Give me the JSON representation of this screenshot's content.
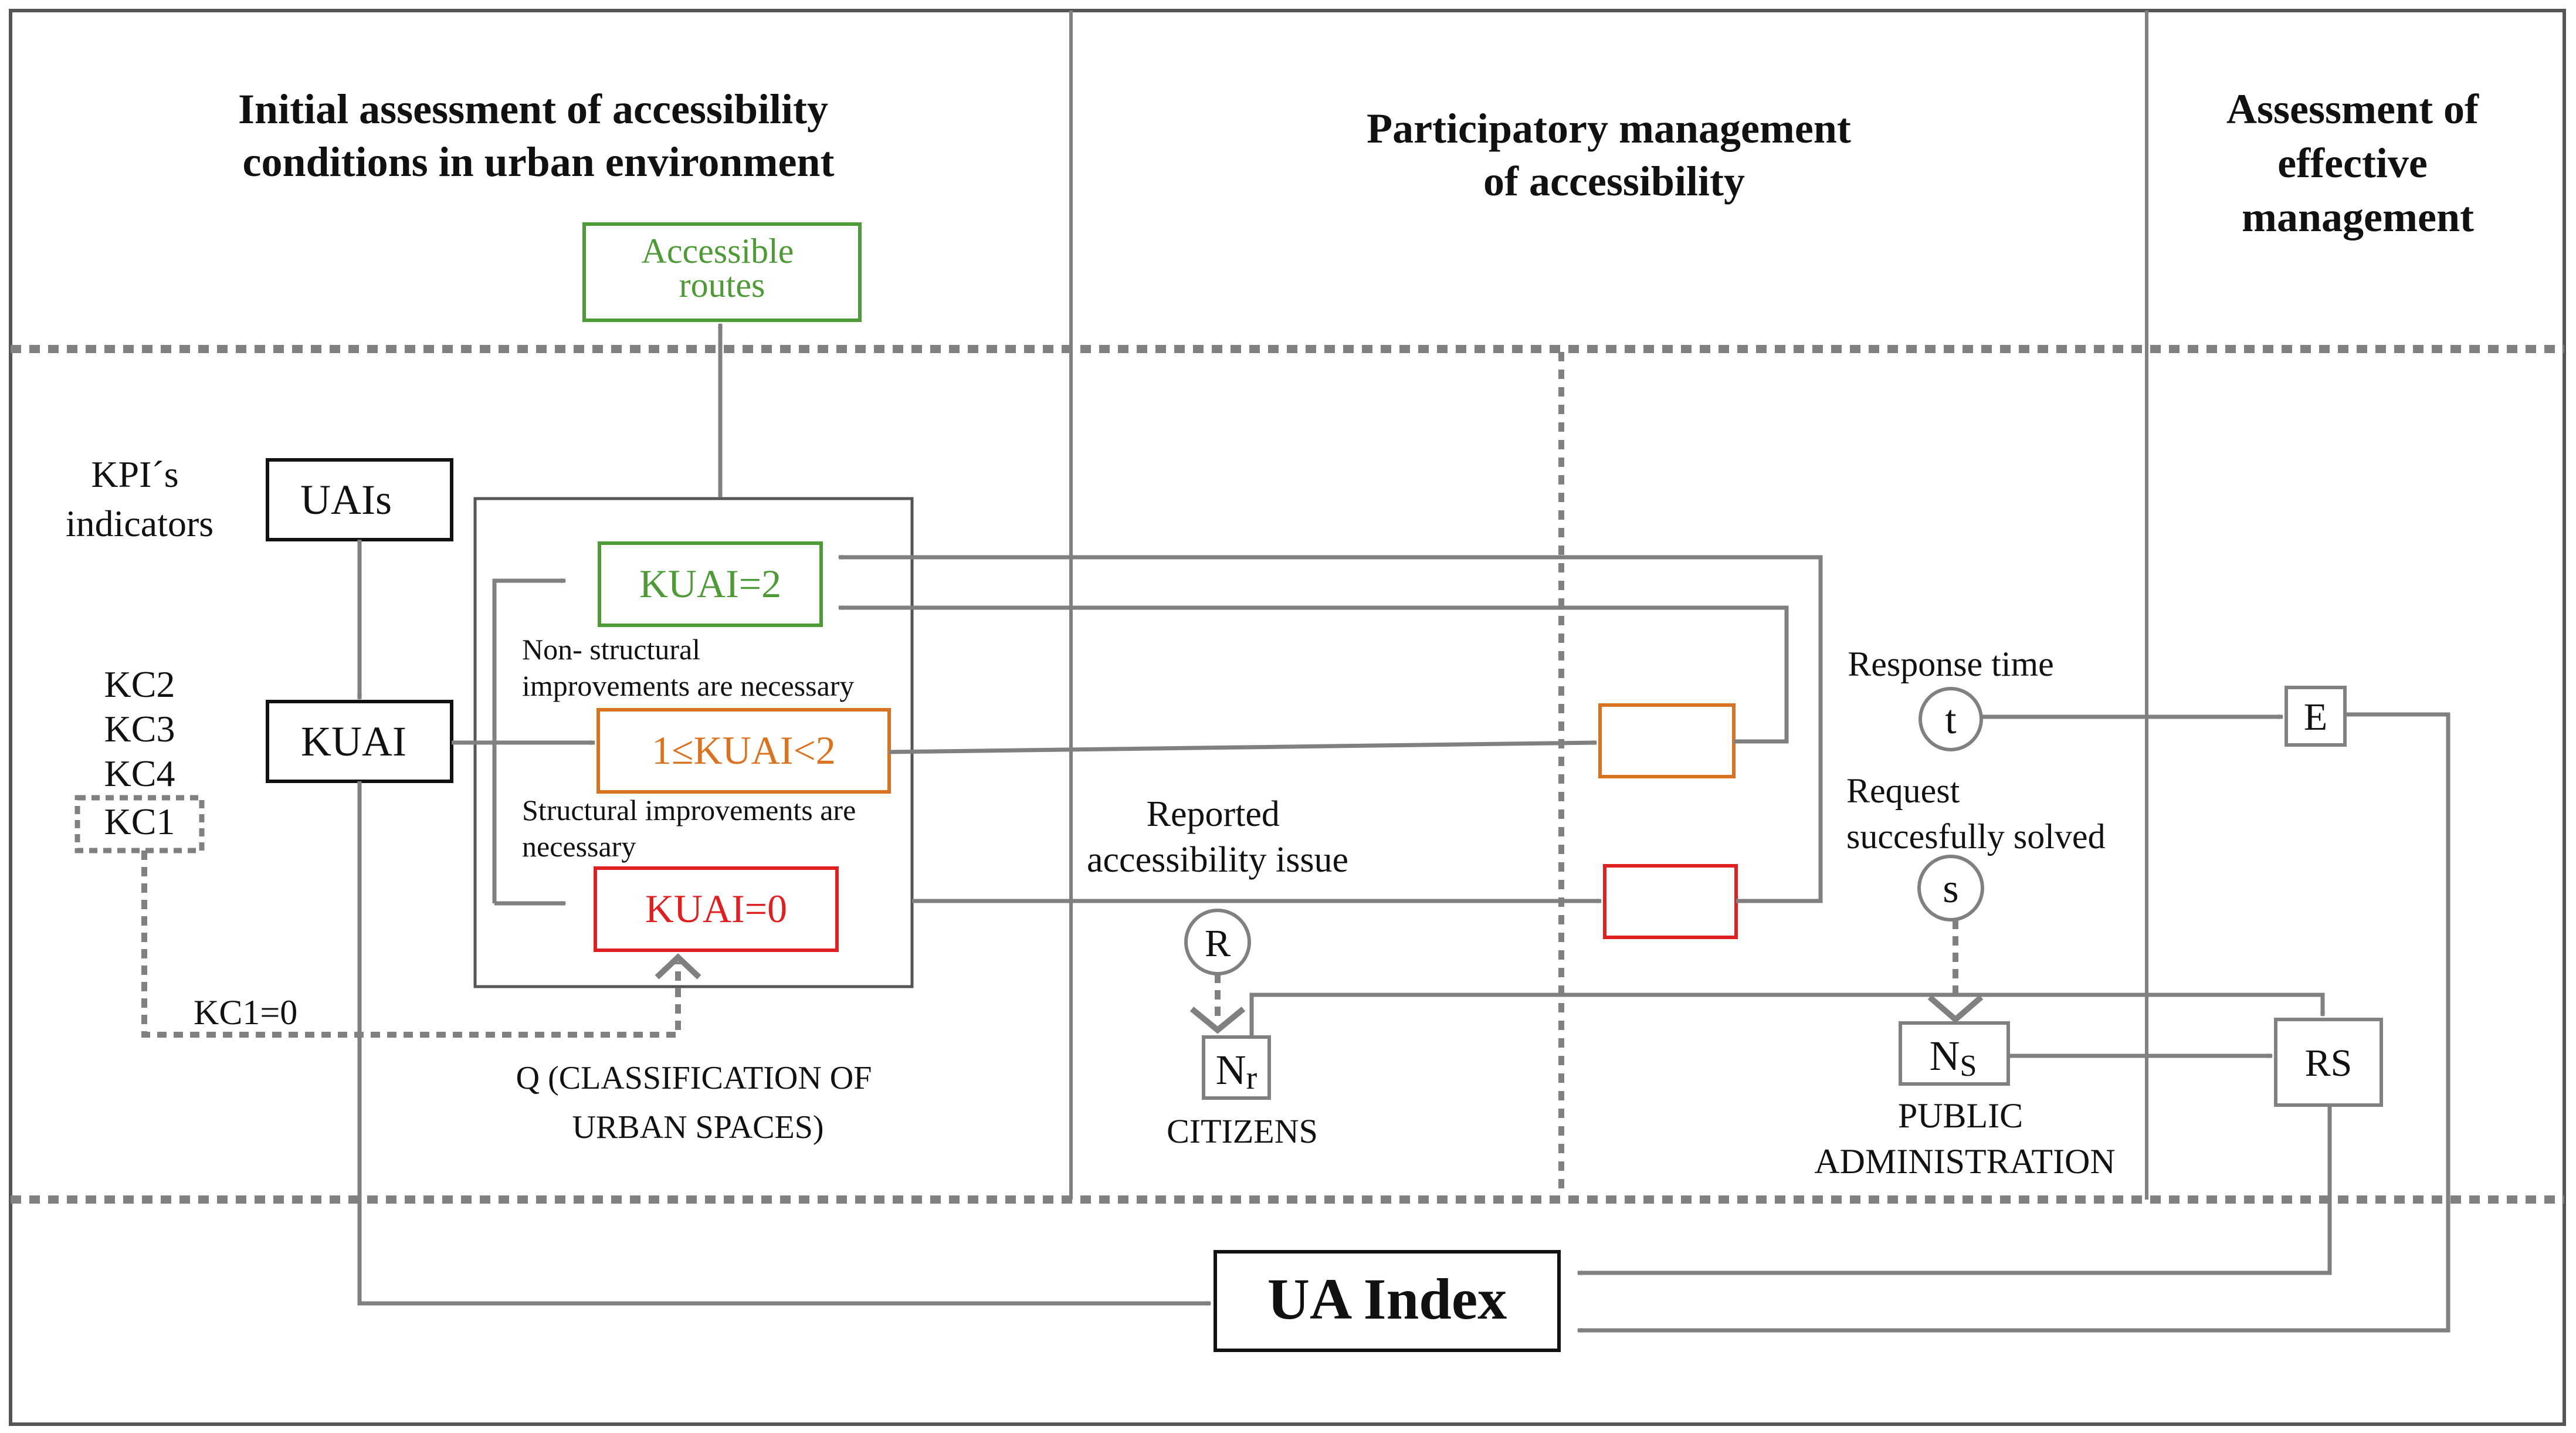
{
  "headers": {
    "col1": [
      "Initial assessment of accessibility",
      "conditions in urban environment"
    ],
    "col2": [
      "Participatory management",
      "of accessibility"
    ],
    "col3": [
      "Assessment of",
      "effective",
      "management"
    ]
  },
  "boxes": {
    "accessible_routes": [
      "Accessible",
      "routes"
    ],
    "uais": "UAIs",
    "kuai": "KUAI",
    "kuai2": "KUAI=2",
    "kuai1": "1≤KUAI<2",
    "kuai0": "KUAI=0",
    "kc1": "KC1",
    "nr_main": "N",
    "nr_sub": "r",
    "ns_main": "N",
    "ns_sub": "S",
    "e": "E",
    "rs": "RS",
    "ua_index": "UA Index"
  },
  "labels": {
    "kpi": [
      "KPI´s",
      "indicators"
    ],
    "kc2": "KC2",
    "kc3": "KC3",
    "kc4": "KC4",
    "non_structural": [
      "Non- structural",
      "improvements are necessary"
    ],
    "structural": [
      "Structural improvements are",
      "necessary"
    ],
    "kc1_zero": "KC1=0",
    "q": [
      "Q (CLASSIFICATION OF",
      "URBAN SPACES)"
    ],
    "reported": [
      "Reported",
      "accessibility issue"
    ],
    "citizens": "CITIZENS",
    "response_time": "Response time",
    "request": [
      "Request",
      "succesfully solved"
    ],
    "public_admin": [
      "PUBLIC",
      "ADMINISTRATION"
    ]
  },
  "circles": {
    "t": "t",
    "s": "s",
    "r": "R"
  },
  "colors": {
    "green": "#4e9a37",
    "orange": "#d9731f",
    "red": "#e02020",
    "gray": "#808080",
    "black": "#111111"
  }
}
